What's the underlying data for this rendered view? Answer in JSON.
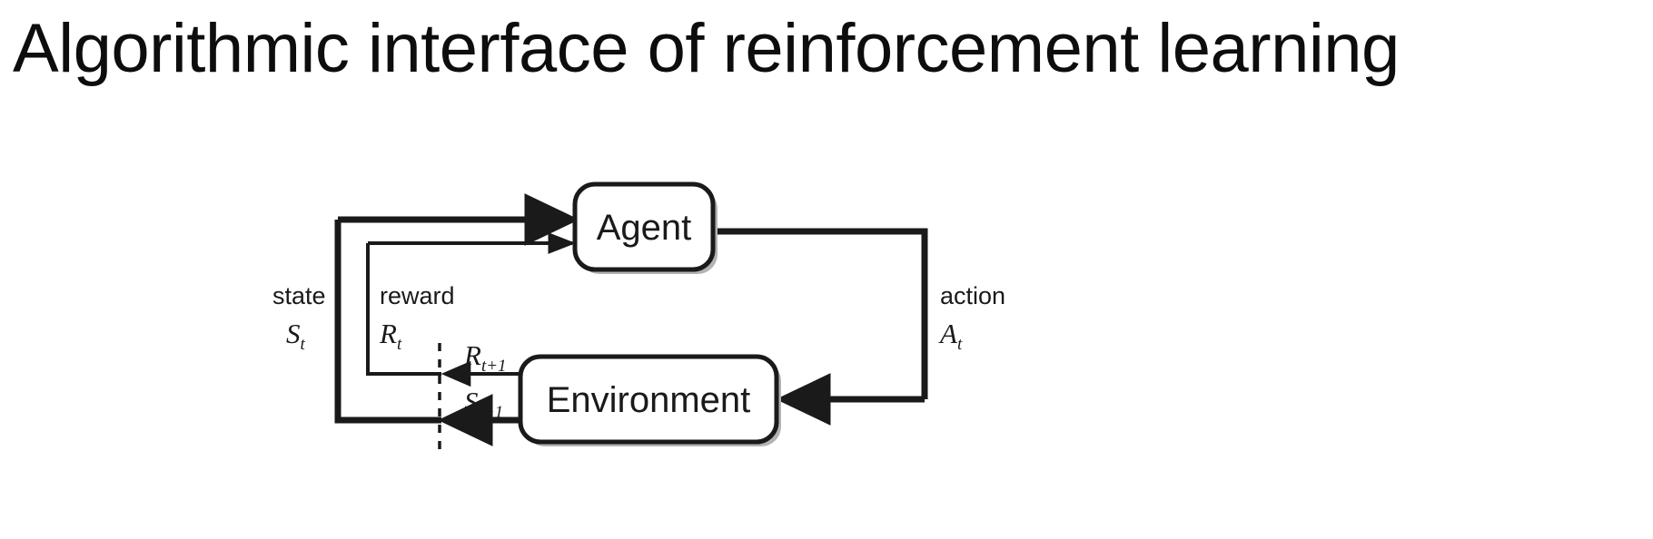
{
  "slide": {
    "title": "Algorithmic interface of reinforcement learning"
  },
  "diagram": {
    "name": "agent-environment-interaction-loop",
    "nodes": [
      {
        "id": "agent",
        "label": "Agent"
      },
      {
        "id": "environment",
        "label": "Environment"
      }
    ],
    "signals": {
      "state": {
        "label": "state",
        "symbol": "S",
        "subscript": "t"
      },
      "reward": {
        "label": "reward",
        "symbol": "R",
        "subscript": "t"
      },
      "action": {
        "label": "action",
        "symbol": "A",
        "subscript": "t"
      },
      "next_reward": {
        "symbol": "R",
        "subscript": "t+1"
      },
      "next_state": {
        "symbol": "S",
        "subscript": "t+1"
      }
    },
    "colors": {
      "stroke": "#1a1a1a",
      "box_fill": "#ffffff",
      "shadow": "#b3b3b3",
      "background": "#ffffff",
      "text": "#1a1a1a"
    }
  }
}
